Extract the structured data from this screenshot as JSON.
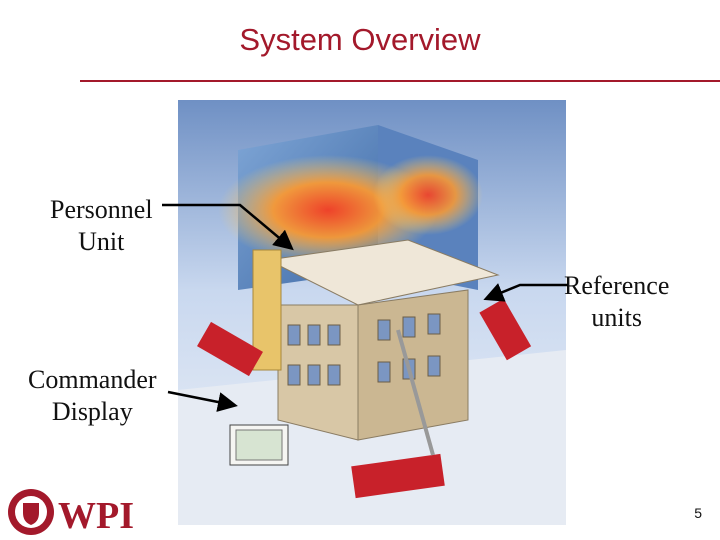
{
  "slide": {
    "title": "System Overview",
    "number": "5"
  },
  "callouts": {
    "personnel_line1": "Personnel",
    "personnel_line2": "Unit",
    "reference_line1": "Reference",
    "reference_line2": "units",
    "commander_line1": "Commander",
    "commander_line2": "Display"
  },
  "logo": {
    "wordmark": "WPI"
  },
  "colors": {
    "title": "#a3192b",
    "logo": "#a3192b"
  }
}
